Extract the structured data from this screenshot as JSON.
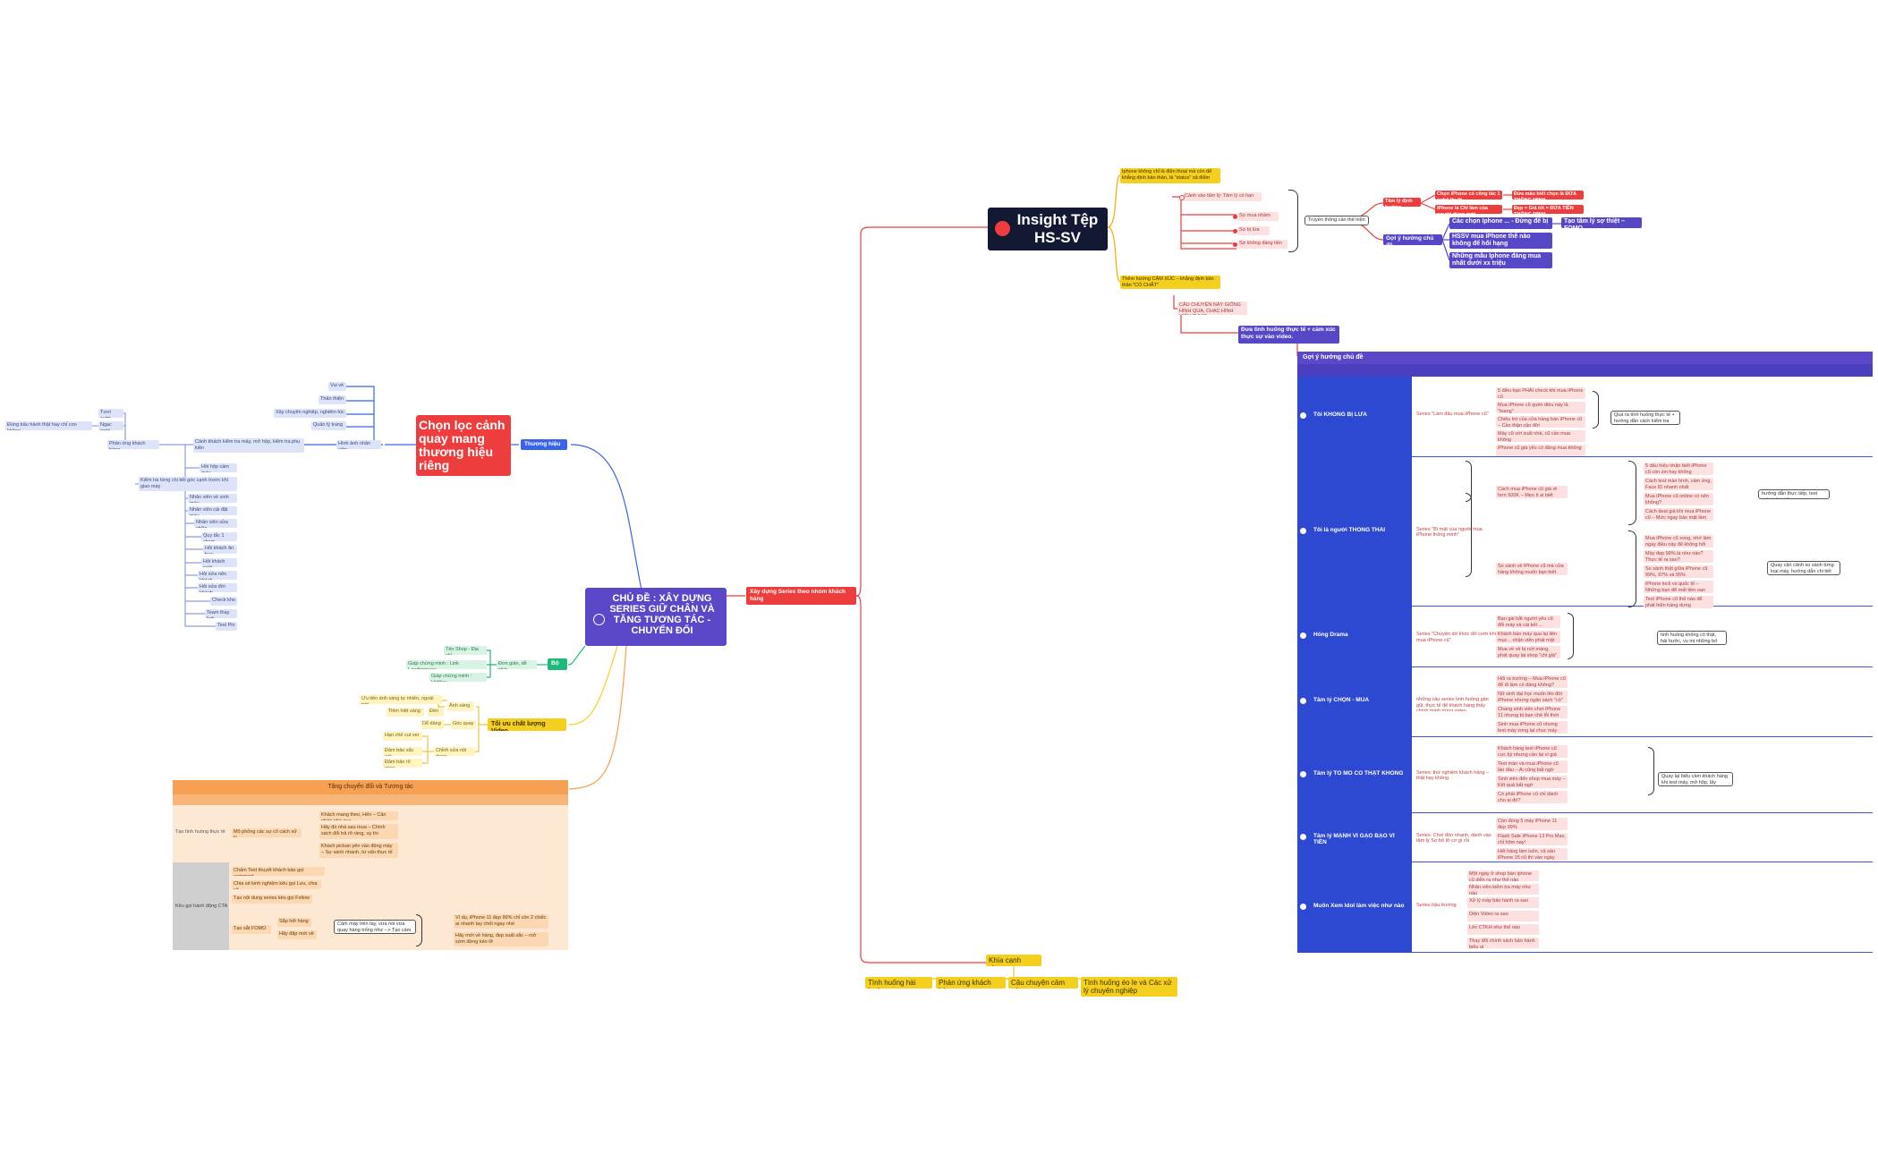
{
  "central": {
    "title": "CHỦ ĐỀ : XÂY DỰNG SERIES GIỮ CHÂN VÀ TĂNG TƯƠNG TÁC - CHUYỂN ĐỔI",
    "color": "#5a48c9"
  },
  "branch_series": "Xây dựng Series theo nhóm khách hàng",
  "brand": {
    "title": "Chọn lọc cảnh quay mang thương hiệu riêng",
    "label": "Thương hiệu",
    "hinh_anh": "Hình ảnh nhân viên",
    "hinh_anh_items": [
      "Vui vẻ",
      "Thân thiện",
      "Xây chuyên nghiệp, nghiêm túc",
      "Quần lý trang"
    ],
    "canh_khach": "Cảnh khách kiểm tra máy, mở hộp, kiểm tra phụ kiện",
    "phan_ung": "Phản ứng khách hàng",
    "phan_ung_items": [
      "Tươi cười",
      "Ngạc ngời"
    ],
    "phan_ung_leaf": "Đúng bấu hành thật hay chỉ con không",
    "list": [
      "Hồi hộp cầm máy",
      "Kiểm tra từng chi tiết góc cạnh trước khi giao máy",
      "Nhân viên về sinh máy",
      "Nhân viên cài đặt máy",
      "Nhân viên sửa chữa",
      "Quy tắc 1 chạm",
      "Hỏi khách ăn bao",
      "Hỏi khách ngồi",
      "Hỏi sửa nên khách",
      "Hỏi sửa đời khách",
      "Check kho",
      "Team thay linh",
      "Test Pin"
    ]
  },
  "tool": {
    "label": "Bộ",
    "sub": "Đơn giản, dễ nhớ",
    "items": [
      "Tên Shop - Địa chỉ",
      "Giáp chứng minh : Link Landingpage",
      "Giáp chứng minh : Hotline"
    ]
  },
  "video": {
    "label": "Tối ưu chất lượng Video",
    "goc_quay": "Góc quay",
    "goc_items": [
      "Ánh sáng",
      "Đèn",
      "Ưu tiên ánh sáng tự nhiên, ngoài trời",
      "Tiêm hiệt sáng"
    ],
    "de_dang": "Dễ dàng",
    "chinh": "Chỉnh sửa nội dung",
    "chinh_items": [
      "Hạn chế cut ver",
      "Đảm bảo sắc nét",
      "Đảm bảo rõ ràng"
    ]
  },
  "insight": {
    "title": "Insight Tệp HS-SV",
    "y1": "Iphone không chỉ là điện thoại mà còn để khẳng định bản thân, là \"status\" xã điểm",
    "c1": "Cảnh vào tâm lý: Tâm lý có hạn",
    "c1_items": [
      "Sợ mua nhầm",
      "Sợ bị lừa",
      "Sợ không đáng tiền"
    ],
    "truyen": "Truyền thông cần thể hiện",
    "tam_ly": "Tâm lý định hướng",
    "r1": "Chọn iPhone có công tác 1 nghệ thuật",
    "r1b": "Đừa máu biết chọn là ĐỨA THÔNG MINH",
    "r2": "iPhone là Chỉ làm của người dùng mới",
    "r2b": "Đẹp = Giá tốt = ĐỨA TIỀN THÔNG MINH",
    "goi_y": "Gợi ý hướng chủ đề",
    "g1": "Các chọn Iphone ... - Đừng để bị ...",
    "g1b": "Tạo tâm lý sợ thiệt – FOMO",
    "g2": "HSSV mua iPhone thế nào không để hối hạng",
    "g3": "Những mẫu Iphone đáng mua nhất dưới xx triệu",
    "y2": "Thêm hướng CẢM XÚC – khẳng định bản thân \"CÓ CHẤT\"",
    "p2": "CÂU CHUYỆN NÀY GIỐNG HÌNH QUA, CHẠC HÌNH HIỆN THỰC",
    "dua": "Đưa tình huống thực tế + cảm xúc thực sự vào video."
  },
  "table_right": {
    "header": "Gợi ý hướng chủ đề",
    "rows": [
      {
        "label": "Tôi KHÔNG BỊ LỪA",
        "series": "Series \"Làm đâu mua iPhone cũ\"",
        "items": [
          "5 điều bạn PHẢI check khi mua iPhone cũ",
          "Mua iPhone cũ quên điều này là \"toang\"",
          "Chiêu trò của cửa hàng bán iPhone cũ – Cần thận cảo đời",
          "Máy cũ với xuất nhà, cũ cần mua không",
          "iPhone cũ giá yếu có đáng mua không"
        ],
        "note": "Quá ra tình huống thực tế + hướng dẫn cách kiểm tra"
      },
      {
        "label": "Tôi là người THÔNG THÁI",
        "series": "Series \"Bí mật của người mua iPhone thông minh\"",
        "sub1": "Cách mua iPhone cũ giá rẻ hơn 500K – Mẹo ít ai biết",
        "sub1_items": [
          "5 dấu hiệu nhận biết iPhone cũ còn zin hay không",
          "Cách test màn hình, cảm ứng, Face ID nhanh nhất",
          "Mua iPhone cũ online có nên không?",
          "Cách deal giá khi mua iPhone cũ – Mức ngay bảo mật làm"
        ],
        "note1": "hướng dẫn thực tiếp, test máy trên video",
        "sub2": "So sánh về iPhone cũ mà cửa hàng không muốn bạn biết",
        "sub2_items": [
          "Mua iPhone cũ xong, nhớ làm ngay điều này để không hối hận",
          "Máy đẹp 99% là như nào? Thực tế ra sao?",
          "So sánh thật giữa iPhone cũ 99%, 97% và 95%",
          "iPhone lock vs quốc tế – Những bạn để mất tiền oan",
          "Test iPhone cũ thế nào để phát hiện hàng dựng"
        ],
        "note2": "Quay cận cảnh so sánh từng loại máy, hướng dẫn chi tiết cách kiểm tra."
      },
      {
        "label": "Hóng Drama",
        "series": "Series \"Chuyện dở khóc dở cười khi mua iPhone cũ\"",
        "items": [
          "Bạn gái bắt người yêu cũ đổi máy và cái kết ...",
          "Khách bán máy qua lại liên mục... nhận viên phát mặt",
          "Mua về về bị nứt màng, phát quay lại shop \"chi giả\""
        ],
        "note": "tình huống không có thật, hài hước, vụ mị những bỏ viral"
      },
      {
        "label": "Tâm lý CHỌN - MUA",
        "series": "những câu series tình huống gần gũi, thực tế để khách hàng thấy chính mình trong video",
        "items": [
          "Hối ra trường – Mua iPhone cũ để đi làm có đáng không?",
          "Nữ sinh đại học muốn lên đời iPhone nhưng ngân sách \"có\" \"hẹp\"",
          "Chàng sinh viên chơi iPhone 11 nhưng bị bạn chê lỗi thời",
          "Sinh mua iPhone cũ nhưng test máy xong lại chục máy khác"
        ]
      },
      {
        "label": "Tâm lý TÒ MÒ CÓ THẬT KHÔNG",
        "series": "Series: thử nghiệm khách hàng – thật hay không",
        "items": [
          "Khách hàng test iPhone cũ cực kỳ nhưng cần lại vì giá",
          "Test màn và mua iPhone cũ lần đầu – Ai cũng bất ngờ",
          "Sinh viên đến shop mua máy – Kết quả bất ngờ",
          "Có phải iPhone cũ chỉ dành cho ai đó?"
        ],
        "note": "Quay lại biểu cảm khách hàng khi test máy, mở hộp, lấy nghiệm"
      },
      {
        "label": "Tâm lý MẠNH VÌ GẠO BẠO VÌ TIỀN",
        "series": "Series: Chơi đồn nhanh, dành vào tâm lý Sợ bỏ lỡ cơ gì rồi",
        "items": [
          "Còn đúng 5 máy iPhone 11 đẹp 99%",
          "Flash Sale iPhone 13 Pro Max, chỉ hôm nay!",
          "Hết hàng làm luôn, cả sản iPhone 15 cũ thì vào ngày"
        ]
      },
      {
        "label": "Muốn Xem Idol làm việc như nào",
        "series": "Series hậu trường",
        "items": [
          "Một ngày ở shop bán iphone cũ diễn ra như thế nào",
          "Nhân viên kiểm tra máy như nào",
          "Xử lý máy bảo hành ra sao",
          "Diện Video ra sao",
          "Lên CTKH như thế nào",
          "Thay đổi chính sách bảo hành biểu gì"
        ]
      }
    ]
  },
  "table_left": {
    "header": "Tăng chuyển đổi và Tương tác",
    "row1_label": "Tạo tình huống thực tế",
    "row1_mid": "Mô phỏng các sự cố cách xử lý",
    "row1_items": [
      "Khách mang theo, Hến – Cần pháp nhà gục",
      "Hãy đó nhà sau mua – Chính sách đổi trả rõ ràng, uy tín",
      "Khách pickan yên vào động máy – Sự sánh nhanh, tư vấn thực tế"
    ],
    "row2_label": "Kêu gọi hành động CTA",
    "row2_items": [
      "Chấm Text thuyết khách bảo gọi comment",
      "Chia sẻ kinh nghiệm kêu gọi Lưu, chia sẻ",
      "Tạo nội dung series kêu gọi Follow",
      "Tạo sắt FOMO"
    ],
    "fomo_items": [
      "Sắp hết hàng",
      "Hãy đặp mới về"
    ],
    "fomo_note": "Cảm máy trên tay, vừa nói vừa quay hàng trống như --> Tạo cảm giác thật.",
    "fomo_ex": [
      "Ví dụ, iPhone 11 đẹp 99% chỉ còn 2 chiếc ai nhanh tay chốt ngay nhé",
      "Hãy mới về hàng, đẹp xuất sắc – mở sớm đừng kẻo lỡ"
    ]
  },
  "commons": {
    "title": "Khía cạnh chung",
    "items": [
      "Tình huống hài hước",
      "Phản ứng khách hàng",
      "Câu chuyện cảm xúc",
      "Tình huống éo le và Các xử lý chuyên nghiệp"
    ]
  },
  "colors": {
    "red": "#ee3d3d",
    "purple": "#5a48c9",
    "blue": "#3a64e8",
    "green": "#1fb97a",
    "yellow": "#f5cf1d",
    "orange": "#f5a053",
    "navy": "#2e49d1"
  }
}
